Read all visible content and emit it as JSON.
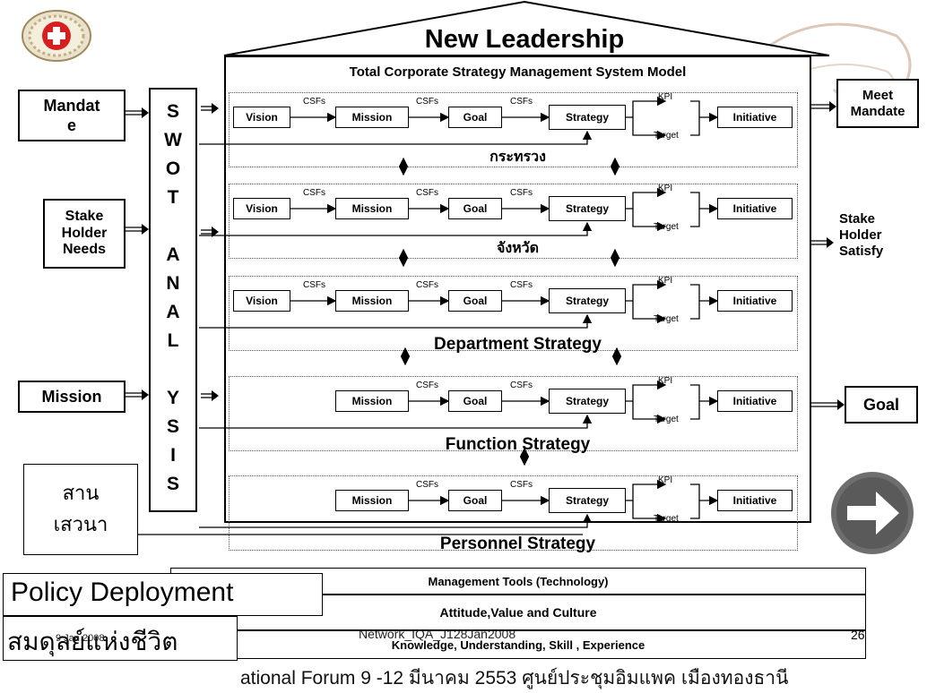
{
  "title": "New Leadership",
  "subtitle": "Total Corporate Strategy Management System Model",
  "inputs": {
    "mandate": "Mandat\ne",
    "stakeholder_needs": "Stake\nHolder\nNeeds",
    "mission": "Mission",
    "sanseovana": "สาน\nเสวนา"
  },
  "swot": [
    "S",
    "W",
    "O",
    "T",
    "",
    "A",
    "N",
    "A",
    "L",
    "",
    "Y",
    "S",
    "I",
    "S"
  ],
  "outputs": {
    "meet_mandate": "Meet\nMandate",
    "stakeholder_satisfy": "Stake\nHolder\nSatisfy",
    "goal": "Goal"
  },
  "flow": {
    "vision": "Vision",
    "mission": "Mission",
    "goal": "Goal",
    "strategy": "Strategy",
    "initiative": "Initiative",
    "csfs": "CSFs",
    "kpi": "KPI",
    "target": "Target"
  },
  "levels": [
    {
      "label": "กระทรวง",
      "has_vision": true
    },
    {
      "label": "จังหวัด",
      "has_vision": true
    },
    {
      "label": "Department Strategy",
      "has_vision": true
    },
    {
      "label": "Function Strategy",
      "has_vision": false
    },
    {
      "label": "Personnel Strategy",
      "has_vision": false
    }
  ],
  "tools": {
    "management": "Management Tools (Technology)",
    "attitude": "Attitude,Value and Culture",
    "knowledge": "Knowledge, Understanding, Skill , Experience"
  },
  "policy_deployment": "Policy Deployment",
  "thai_balance": "สมดุลย์แห่งชีวิต",
  "footer": {
    "date": "9 Jan 2008",
    "network": "Network_IQA_J128Jan2008",
    "page": "26",
    "forum": "ational Forum 9 -12 มีนาคม 2553 ศูนย์ประชุมอิมแพค เมืองทองธานี"
  },
  "colors": {
    "ink": "#000000",
    "logo_red": "#d81e1e",
    "arrow_gray": "#6e6e6e",
    "watermark": "#c8a28a"
  }
}
